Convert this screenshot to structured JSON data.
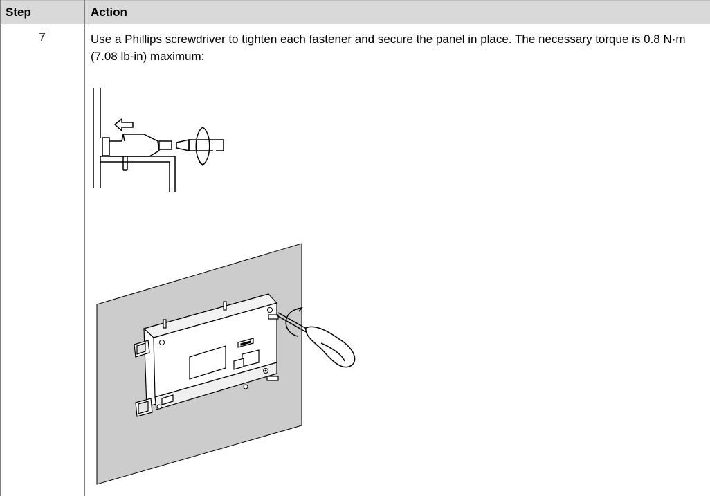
{
  "table": {
    "headers": {
      "step": "Step",
      "action": "Action"
    },
    "rows": [
      {
        "step": "7",
        "action": "Use a Phillips screwdriver to tighten each fastener and secure the panel in place. The necessary torque is 0.8 N·m (7.08 lb-in) maximum:"
      }
    ]
  }
}
